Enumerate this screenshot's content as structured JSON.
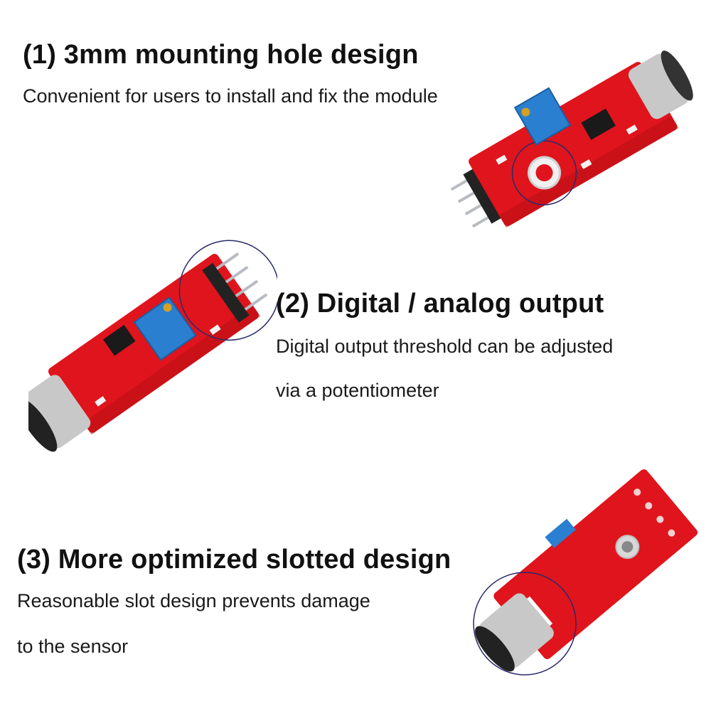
{
  "sections": [
    {
      "heading": "(1) 3mm mounting hole design",
      "lines": [
        "Convenient for users to install and fix the module"
      ]
    },
    {
      "heading": "(2) Digital / analog output",
      "lines": [
        "Digital output threshold can be adjusted",
        "via a potentiometer"
      ]
    },
    {
      "heading": "(3) More optimized slotted design",
      "lines": [
        "Reasonable slot design prevents damage",
        "to the sensor"
      ]
    }
  ],
  "colors": {
    "pcb_red": "#e0141c",
    "pcb_dark": "#b50d14",
    "pot_blue": "#2a7fd0",
    "pin_silver": "#b8bcc2",
    "circle_outline": "#2a2a6a"
  },
  "icons": [
    "sound-sensor-module-photo-1",
    "sound-sensor-module-photo-2",
    "sound-sensor-module-photo-3"
  ]
}
